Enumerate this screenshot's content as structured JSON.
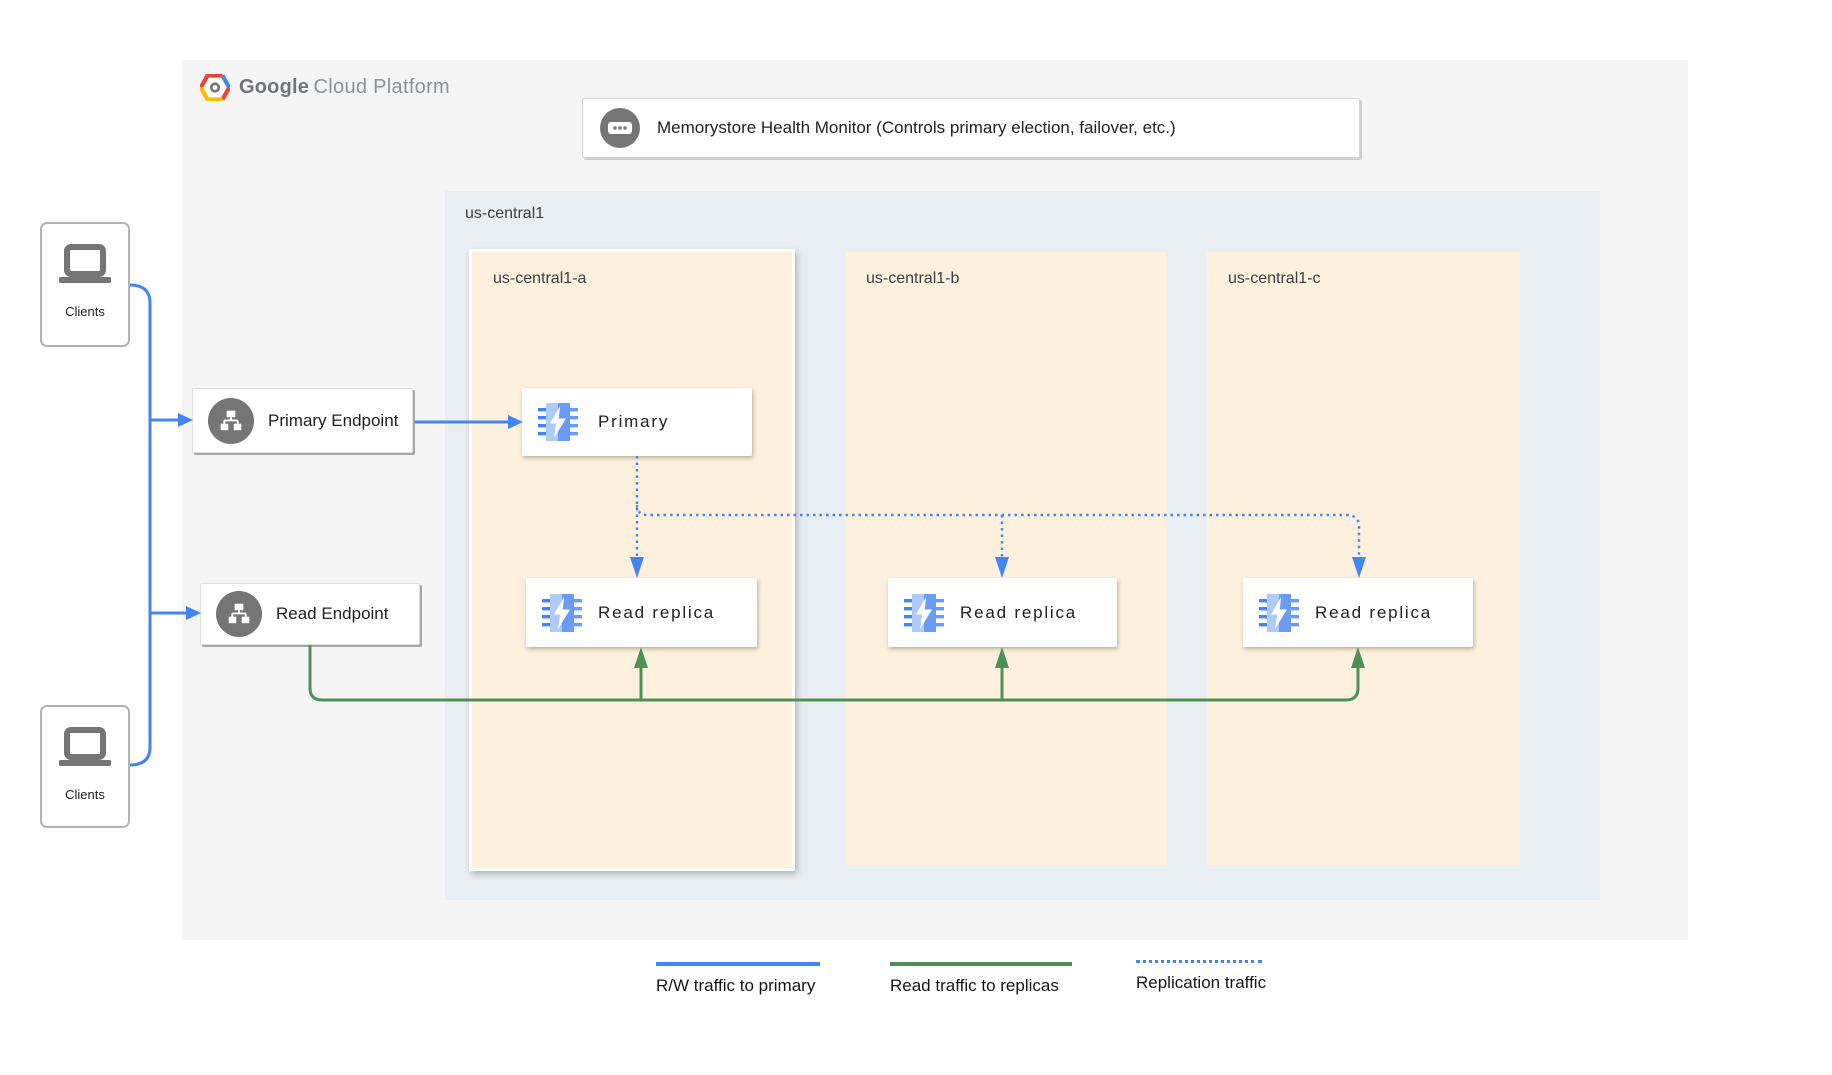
{
  "logo": {
    "brand": "Google",
    "product": "Cloud Platform"
  },
  "monitor": {
    "label": "Memorystore Health Monitor (Controls primary election, failover, etc.)"
  },
  "region": {
    "label": "us-central1",
    "zones": [
      {
        "label": "us-central1-a",
        "highlighted": true
      },
      {
        "label": "us-central1-b",
        "highlighted": false
      },
      {
        "label": "us-central1-c",
        "highlighted": false
      }
    ]
  },
  "nodes": {
    "primary": {
      "label": "Primary",
      "zone": "us-central1-a"
    },
    "replicas": [
      {
        "label": "Read replica",
        "zone": "us-central1-a"
      },
      {
        "label": "Read replica",
        "zone": "us-central1-b"
      },
      {
        "label": "Read replica",
        "zone": "us-central1-c"
      }
    ]
  },
  "endpoints": {
    "primary": {
      "label": "Primary Endpoint"
    },
    "read": {
      "label": "Read Endpoint"
    }
  },
  "clients": [
    {
      "label": "Clients"
    },
    {
      "label": "Clients"
    }
  ],
  "legend": {
    "items": [
      {
        "label": "R/W traffic to primary",
        "style": "solid",
        "color": "#4285f4"
      },
      {
        "label": "Read traffic to replicas",
        "style": "solid",
        "color": "#4e9158"
      },
      {
        "label": "Replication traffic",
        "style": "dotted",
        "color": "#4285f4"
      }
    ]
  },
  "colors": {
    "accent_blue": "#4285f4",
    "traffic_green": "#4e9158",
    "zone_fill": "#fdf0dc",
    "region_fill": "#e9eef2",
    "panel_fill": "#f5f5f6",
    "icon_gray": "#757575"
  }
}
